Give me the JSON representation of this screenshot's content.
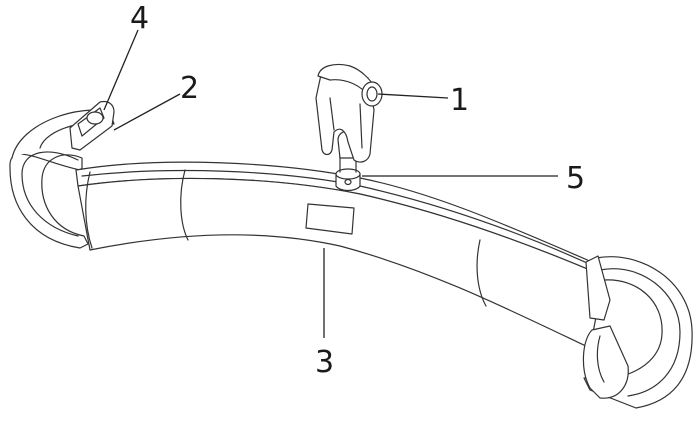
{
  "diagram": {
    "callouts": [
      {
        "id": "c1",
        "label": "1"
      },
      {
        "id": "c2",
        "label": "2"
      },
      {
        "id": "c3",
        "label": "3"
      },
      {
        "id": "c4",
        "label": "4"
      },
      {
        "id": "c5",
        "label": "5"
      }
    ],
    "colors": {
      "line": "#333333",
      "fill": "#ffffff",
      "leader": "#222222"
    }
  }
}
